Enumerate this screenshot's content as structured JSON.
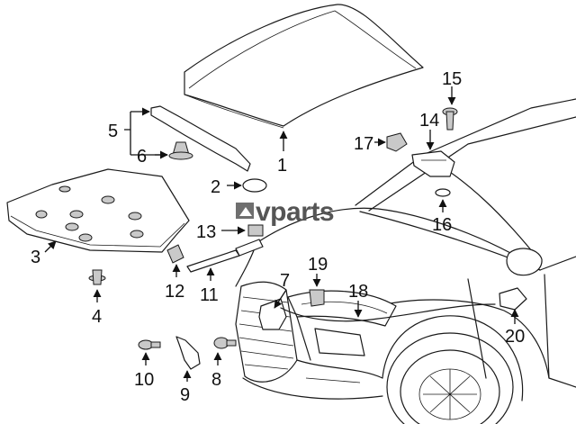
{
  "watermark": {
    "brand": "vparts"
  },
  "callouts": [
    {
      "id": "1",
      "label": "1"
    },
    {
      "id": "2",
      "label": "2"
    },
    {
      "id": "3",
      "label": "3"
    },
    {
      "id": "4",
      "label": "4"
    },
    {
      "id": "5",
      "label": "5"
    },
    {
      "id": "6",
      "label": "6"
    },
    {
      "id": "7",
      "label": "7"
    },
    {
      "id": "8",
      "label": "8"
    },
    {
      "id": "9",
      "label": "9"
    },
    {
      "id": "10",
      "label": "10"
    },
    {
      "id": "11",
      "label": "11"
    },
    {
      "id": "12",
      "label": "12"
    },
    {
      "id": "13",
      "label": "13"
    },
    {
      "id": "14",
      "label": "14"
    },
    {
      "id": "15",
      "label": "15"
    },
    {
      "id": "16",
      "label": "16"
    },
    {
      "id": "17",
      "label": "17"
    },
    {
      "id": "18",
      "label": "18"
    },
    {
      "id": "19",
      "label": "19"
    },
    {
      "id": "20",
      "label": "20"
    }
  ]
}
